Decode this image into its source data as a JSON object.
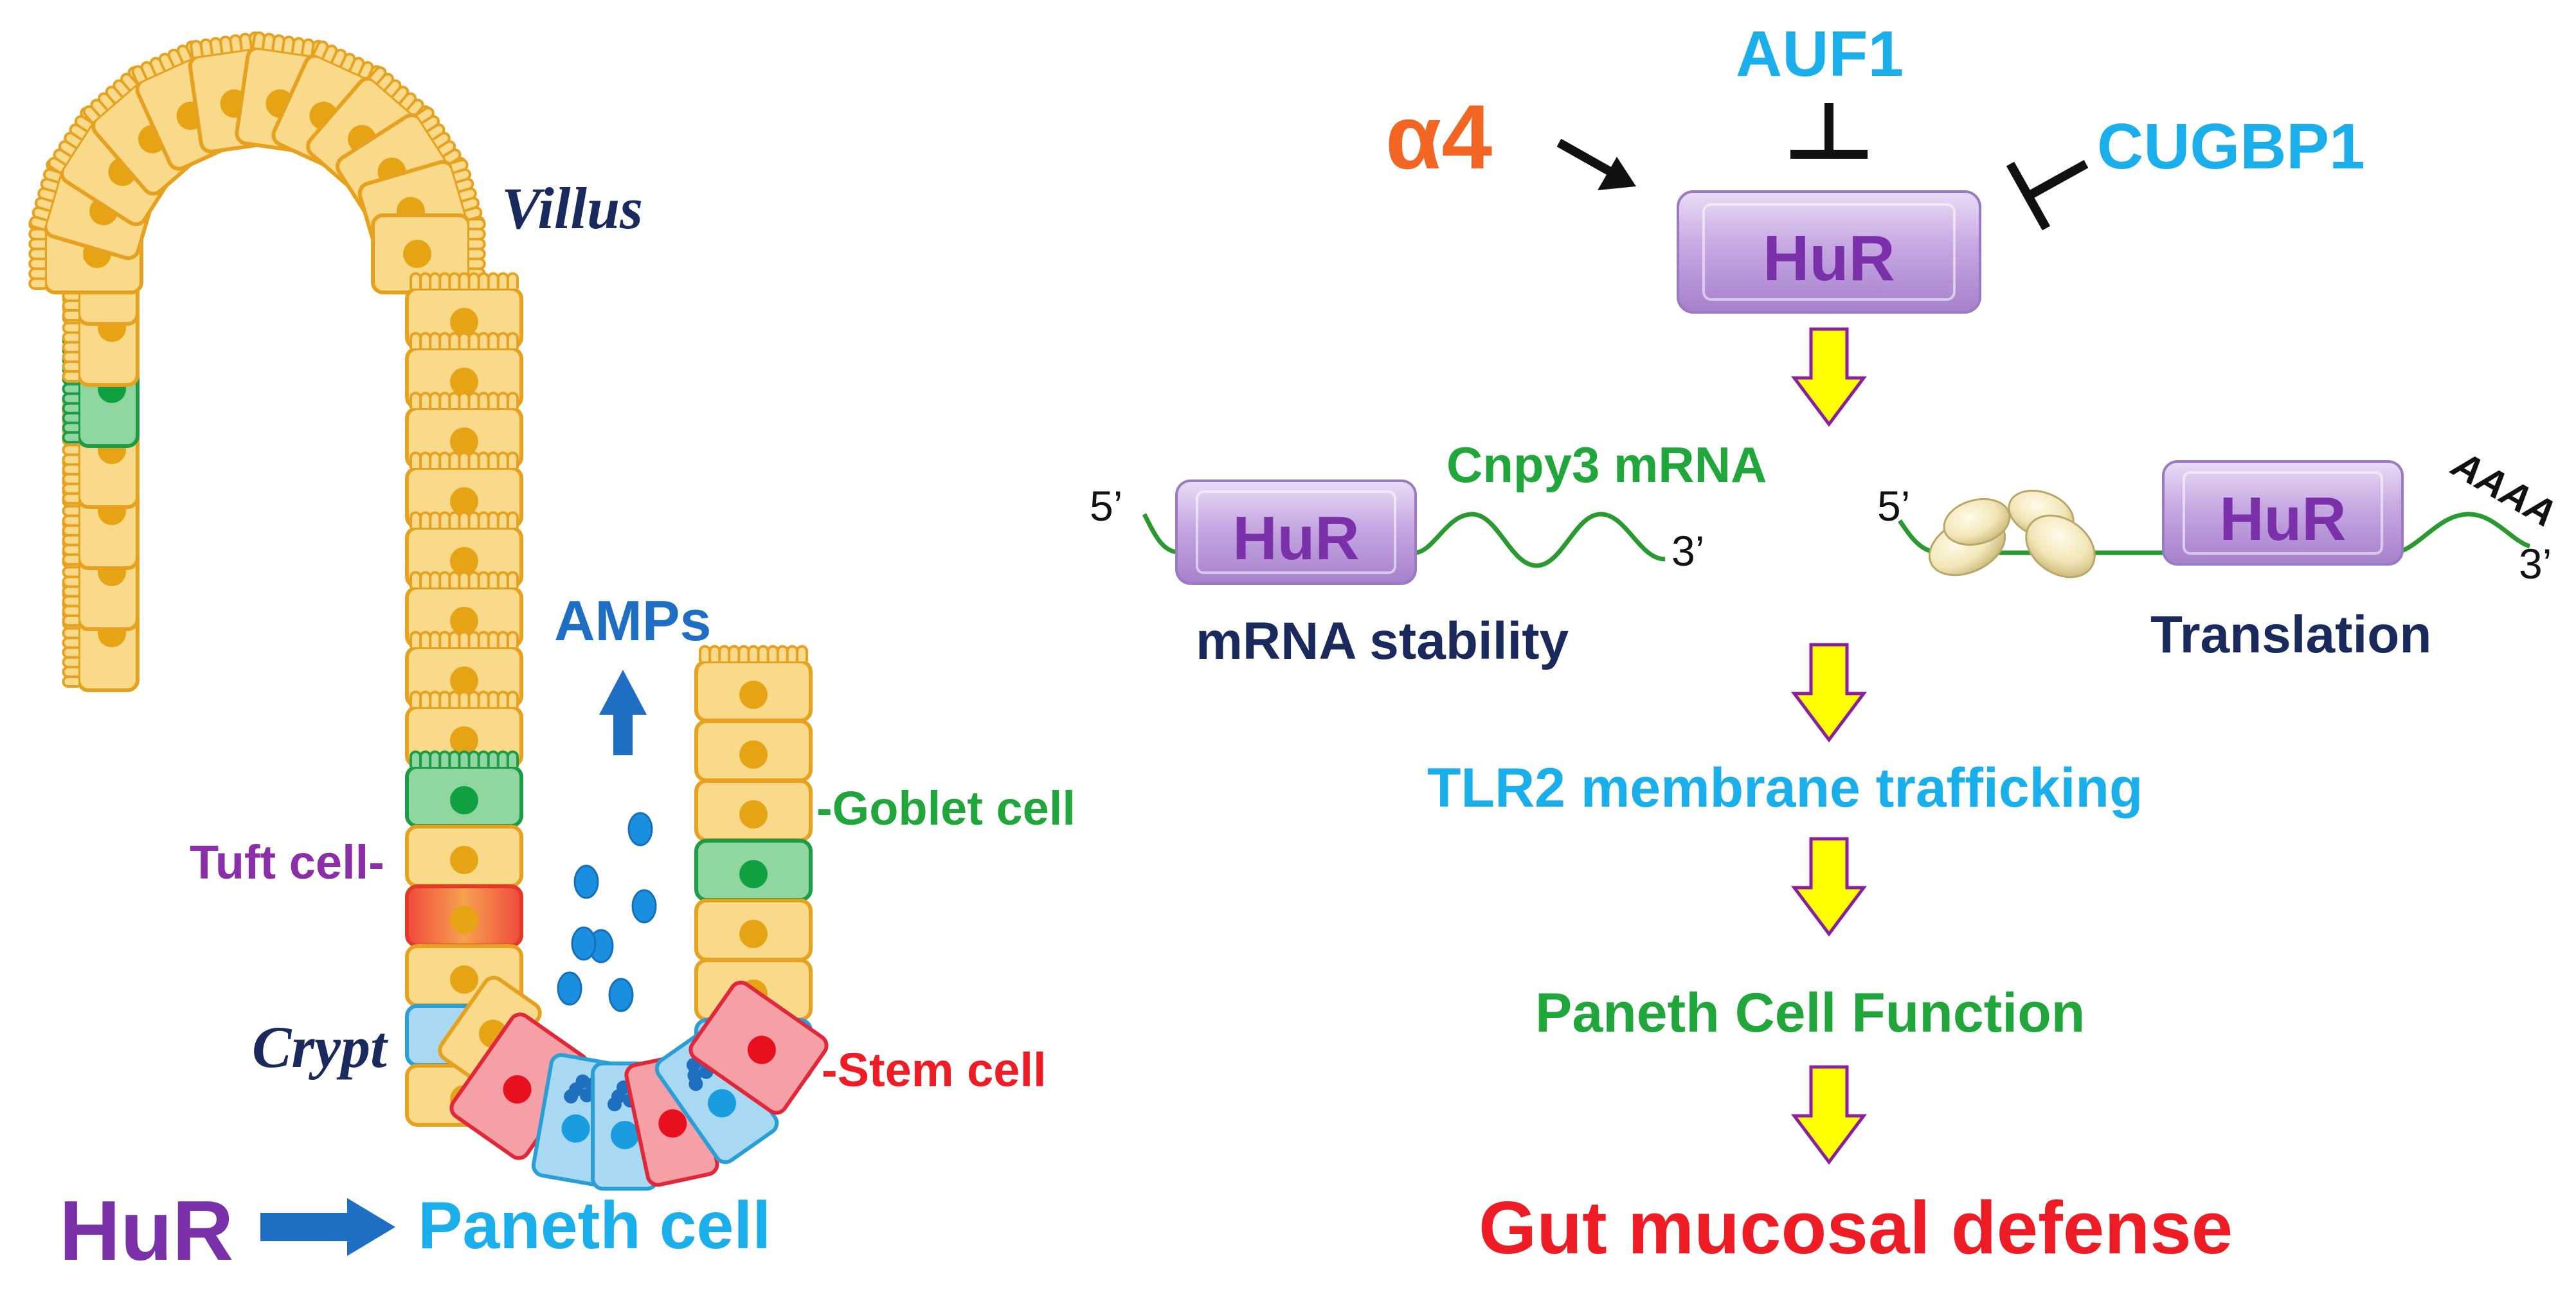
{
  "colors": {
    "cell_fill": "#f9d98a",
    "cell_stroke": "#e6a21e",
    "nucleus": "#e6a414",
    "goblet_fill": "#8fd6a0",
    "goblet_stroke": "#1c9c46",
    "goblet_nucleus": "#10a040",
    "tuft_fill": "#f27a50",
    "stem_fill": "#f4a0a6",
    "stem_stroke": "#e0283a",
    "stem_nucleus": "#e8101e",
    "paneth_fill": "#a8d8f2",
    "paneth_stroke": "#2a9fd6",
    "paneth_nucleus": "#1a9de0",
    "granule": "#1f6fc0",
    "hur_box": "#c6a8e2",
    "hur_text": "#7a30a8",
    "yellow_arrow": "#ffff00",
    "arrow_outline": "#8a1fa0",
    "blue_arrow": "#1e6fc4",
    "orange": "#f26522",
    "sky": "#1aaeea",
    "green": "#21a63c",
    "navy": "#1a2a5c",
    "red": "#ee1c25",
    "purple": "#8a2fa8"
  },
  "labels": {
    "villus": "Villus",
    "crypt": "Crypt",
    "amps": "AMPs",
    "goblet": "-Goblet cell",
    "tuft": "Tuft cell-",
    "stem": "-Stem cell",
    "hur_left": "HuR",
    "paneth": "Paneth cell"
  },
  "pathway": {
    "alpha4": "α4",
    "auf1": "AUF1",
    "cugbp1": "CUGBP1",
    "hur_main": "HuR",
    "mrna_label": "Cnpy3 mRNA",
    "hur_left_box": "HuR",
    "hur_right_box": "HuR",
    "five_prime_left": "5’",
    "three_prime_left": "3’",
    "five_prime_right": "5’",
    "three_prime_right": "3’",
    "poly_a": "AAAA",
    "mrna_stability": "mRNA stability",
    "translation": "Translation",
    "tlr2": "TLR2 membrane trafficking",
    "paneth_function": "Paneth Cell Function",
    "gut_defense": "Gut mucosal defense"
  }
}
